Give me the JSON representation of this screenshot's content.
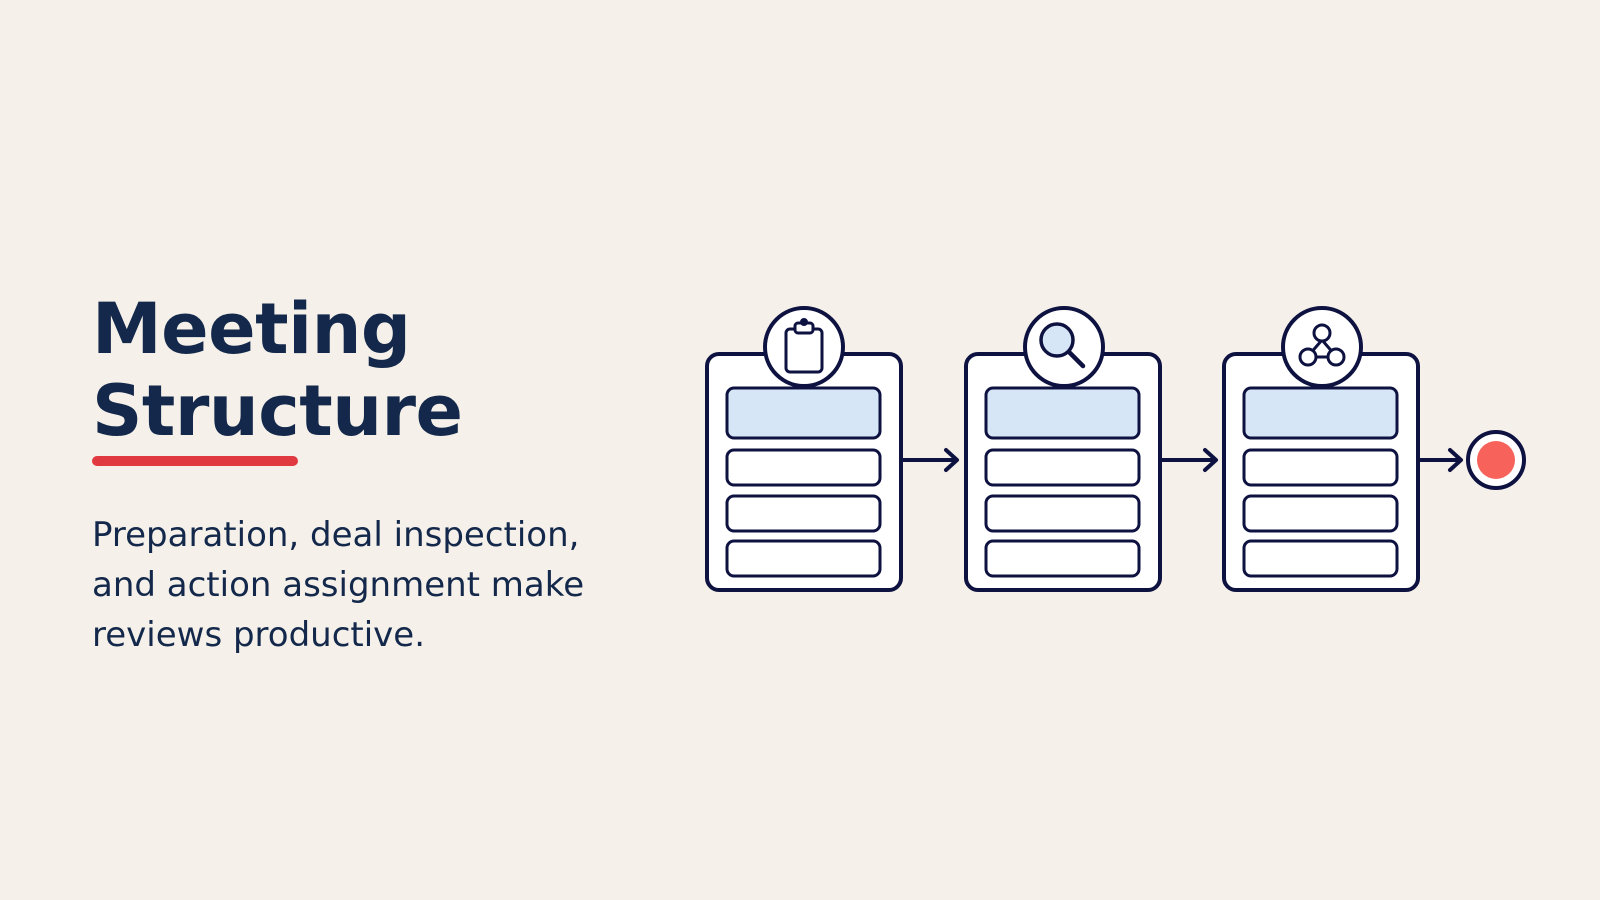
{
  "slide": {
    "title_line1": "Meeting",
    "title_line2": "Structure",
    "subtitle": "Preparation, deal inspection, and action assignment make reviews productive."
  },
  "diagram": {
    "cards": [
      {
        "icon": "clipboard-icon",
        "rows": 4,
        "highlight_row": 1
      },
      {
        "icon": "magnifier-icon",
        "rows": 4,
        "highlight_row": 1
      },
      {
        "icon": "people-network-icon",
        "rows": 4,
        "highlight_row": 1
      }
    ],
    "end_marker": "end-dot",
    "colors": {
      "background": "#f5f1ea",
      "ink": "#13284a",
      "outline": "#0e1240",
      "highlight_fill": "#d7e6f7",
      "accent_red": "#e0393f",
      "end_dot": "#f7625b"
    }
  }
}
